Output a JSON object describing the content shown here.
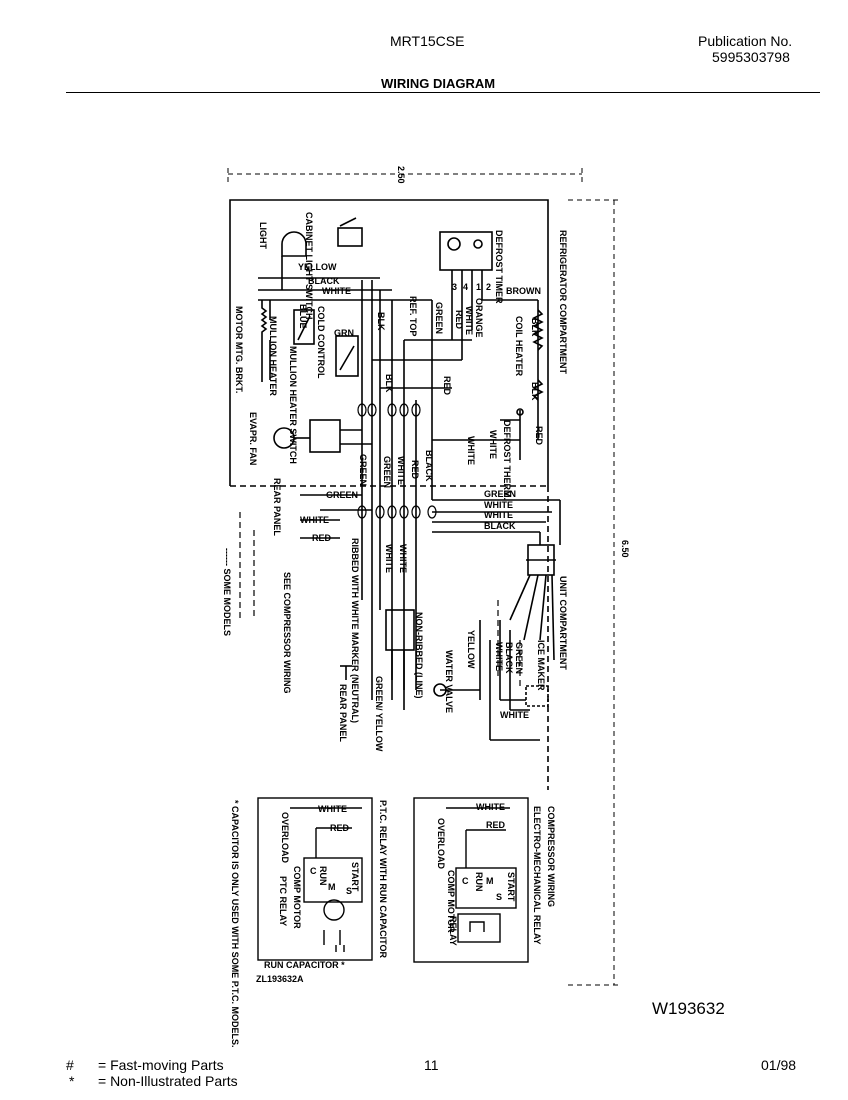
{
  "header": {
    "model": "MRT15CSE",
    "publication_label": "Publication No.",
    "publication_number": "5995303798",
    "title": "WIRING DIAGRAM"
  },
  "diagram": {
    "dimension_top": "2.50",
    "dimension_side": "6.50",
    "compartments": {
      "refrigerator": "REFRIGERATOR COMPARTMENT",
      "unit": "UNIT COMPARTMENT"
    },
    "components": {
      "light": "LIGHT",
      "cabinet_light_switch": "CABINET LIGHT SWITCH",
      "defrost_timer": "DEFROST TIMER",
      "mullion_heater": "MULLION HEATER",
      "mullion_heater_switch": "MULLION HEATER SWITCH",
      "cold_control": "COLD CONTROL",
      "ref_top": "REF. TOP",
      "coil_heater": "COIL HEATER",
      "motor_mtg_brkt": "MOTOR MTG. BRKT.",
      "evapr_fan": "EVAPR. FAN",
      "defrost_therm": "DEFROST THERM.",
      "rear_panel": "REAR PANEL",
      "see_compressor_wiring": "SEE COMPRESSOR WIRING",
      "ribbed_with_marker": "RIBBED WITH WHITE MARKER (NEUTRAL)",
      "non_ribbed": "NON-RIBBED (LINE)",
      "green_yellow": "GREEN/ YELLOW",
      "water_valve": "WATER VALVE",
      "ice_maker": "ICE MAKER",
      "some_models": "------ SOME MODELS"
    },
    "wire_labels": {
      "white": "WHITE",
      "black": "BLACK",
      "yellow": "YELLOW",
      "green": "GREEN",
      "red": "RED",
      "brown": "BROWN",
      "orange": "ORANGE",
      "blue": "BLUE",
      "blk": "BLK",
      "grn": "GRN",
      "white_short": "WHITE"
    },
    "timer_terminals": [
      "1",
      "2",
      "3",
      "4"
    ]
  },
  "ptc_box": {
    "title": "P.T.C. RELAY WITH RUN CAPACITOR",
    "note": "* CAPACITOR IS ONLY USED WITH SOME P.T.C. MODELS.",
    "white": "WHITE",
    "red": "RED",
    "overload": "OVERLOAD",
    "comp_motor": "COMP MOTOR",
    "ptc_relay": "PTC RELAY",
    "start": "START",
    "run": "RUN",
    "c": "C",
    "s": "S",
    "m": "M",
    "run_capacitor": "RUN CAPACITOR *",
    "ref": "ZL193632A"
  },
  "em_box": {
    "title": "COMPRESSOR WIRING",
    "subtitle": "ELECTRO-MECHANICAL RELAY",
    "white": "WHITE",
    "red": "RED",
    "overload": "OVERLOAD",
    "comp_motor": "COMP MOTOR",
    "relay": "RELAY",
    "start": "START",
    "run": "RUN",
    "c": "C",
    "s": "S",
    "m": "M"
  },
  "drawing_number": "W193632",
  "footer": {
    "sym1": "#",
    "text1": "= Fast-moving Parts",
    "sym2": "*",
    "text2": "= Non-Illustrated Parts",
    "page": "11",
    "date": "01/98"
  }
}
